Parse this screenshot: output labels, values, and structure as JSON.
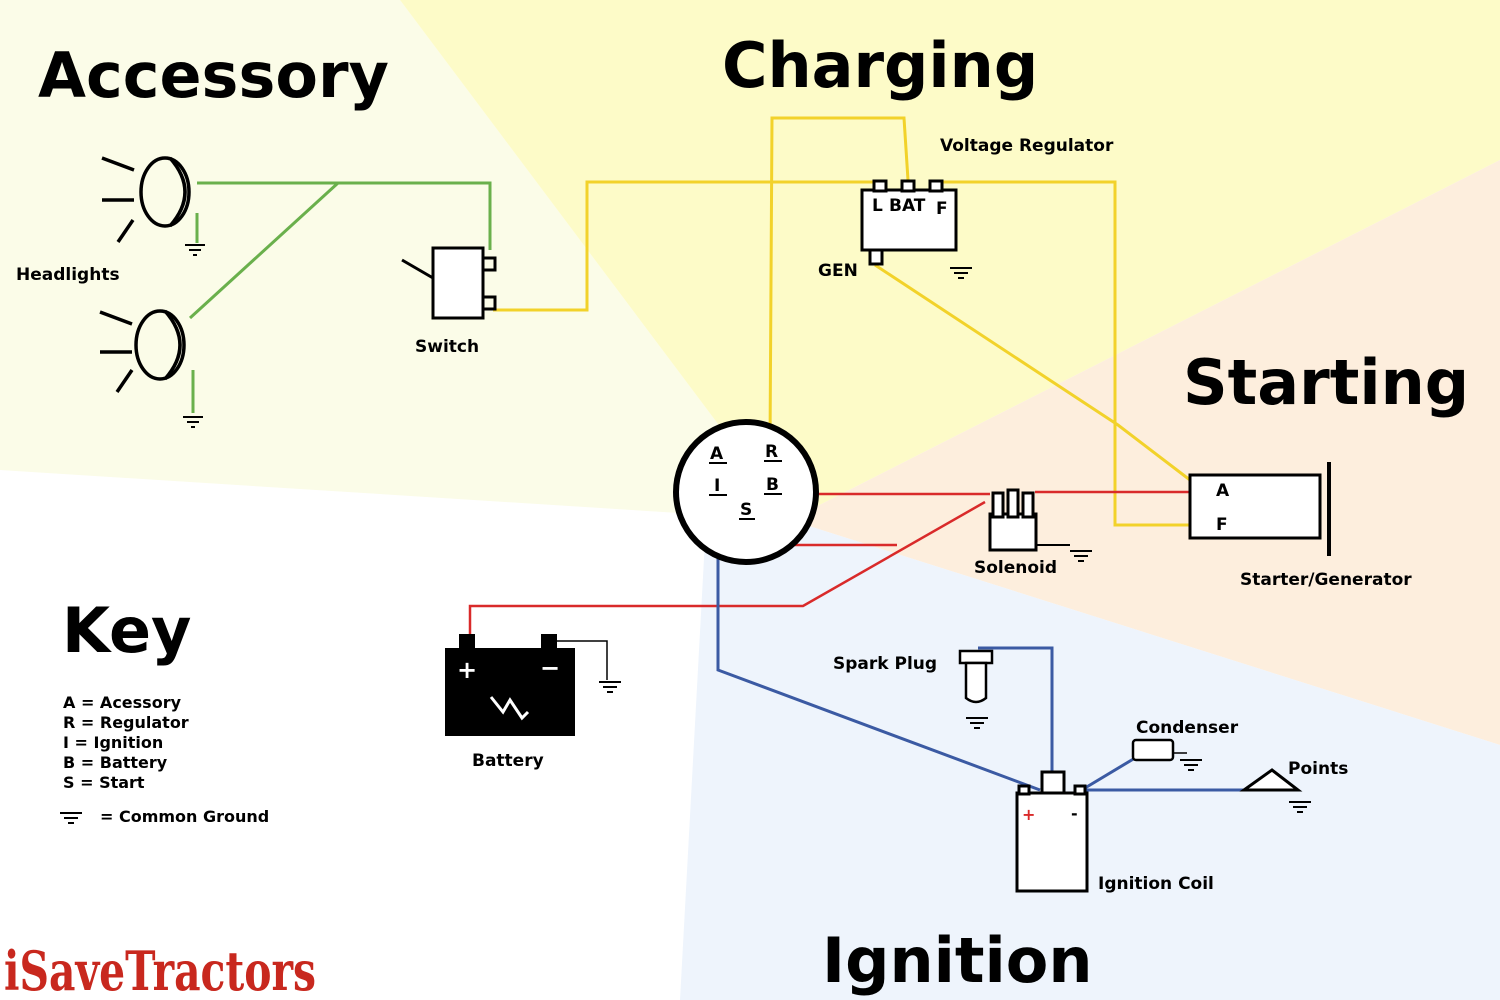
{
  "sections": {
    "accessory": "Accessory",
    "charging": "Charging",
    "starting": "Starting",
    "key": "Key",
    "ignition": "Ignition"
  },
  "components": {
    "headlights": "Headlights",
    "switch": "Switch",
    "voltage_regulator": "Voltage Regulator",
    "regulator_terminals": {
      "l": "L",
      "bat": "BAT",
      "f": "F"
    },
    "gen": "GEN",
    "starter_generator": "Starter/Generator",
    "starter_terminals": {
      "a": "A",
      "f": "F"
    },
    "solenoid": "Solenoid",
    "battery": "Battery",
    "battery_plus": "+",
    "battery_minus": "−",
    "spark_plug": "Spark Plug",
    "condenser": "Condenser",
    "points": "Points",
    "ignition_coil": "Ignition Coil",
    "coil_plus": "+",
    "coil_minus": "-"
  },
  "ignition_switch": {
    "terminals": {
      "a": "A",
      "r": "R",
      "i": "I",
      "b": "B",
      "s": "S"
    }
  },
  "key_legend": {
    "lines": [
      "A = Acessory",
      "R = Regulator",
      "I = Ignition",
      "B = Battery",
      "S = Start"
    ],
    "ground_text": "= Common Ground"
  },
  "brand": "iSaveTractors",
  "colors": {
    "accessory_wire": "#6ab04c",
    "charging_wire": "#f2d22a",
    "starting_wire": "#d92a2a",
    "ignition_wire": "#3b5aa3",
    "brand": "#c8281e",
    "accessory_region": "#fbfce8",
    "charging_region": "#fdfbc8",
    "starting_region": "#fdeedd",
    "ignition_region": "#eef4fc"
  }
}
